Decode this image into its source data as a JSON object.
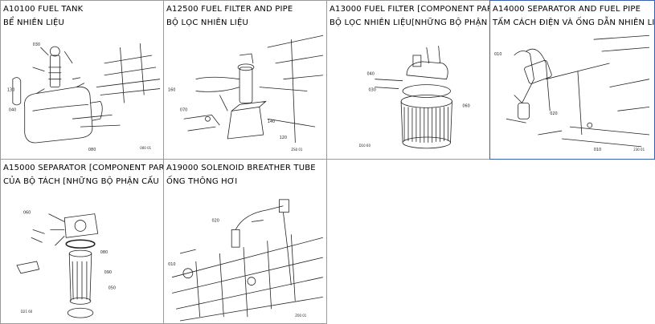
{
  "cells": [
    {
      "code_title": "A10100 FUEL TANK",
      "vi_title": "BỂ NHIÊN LIỆU",
      "thumb": "fuel-tank-diagram"
    },
    {
      "code_title": "A12500 FUEL FILTER AND PIPE",
      "vi_title": "BỘ LỌC NHIÊN LIỆU",
      "thumb": "fuel-filter-pipe-diagram"
    },
    {
      "code_title": "A13000 FUEL FILTER [COMPONENT PAR",
      "vi_title": "BỘ LỌC NHIÊN LIỆU[NHỮNG BỘ PHẬN",
      "thumb": "fuel-filter-component-diagram"
    },
    {
      "code_title": "A14000 SEPARATOR AND FUEL PIPE",
      "vi_title": "TẤM CÁCH ĐIỆN VÀ ỐNG DẪN NHIÊN LI",
      "thumb": "separator-fuel-pipe-diagram"
    },
    {
      "code_title": "A15000 SEPARATOR [COMPONENT PAR",
      "vi_title": "CỦA BỘ TÁCH [NHỮNG BỘ PHẬN CẤU",
      "thumb": "separator-component-diagram"
    },
    {
      "code_title": "A19000 SOLENOID BREATHER TUBE",
      "vi_title": "ỐNG THÔNG HƠI",
      "thumb": "solenoid-breather-tube-diagram"
    }
  ],
  "colors": {
    "border": "#9a9a9a",
    "selected_border": "#3a5fb0",
    "ink": "#222222"
  }
}
